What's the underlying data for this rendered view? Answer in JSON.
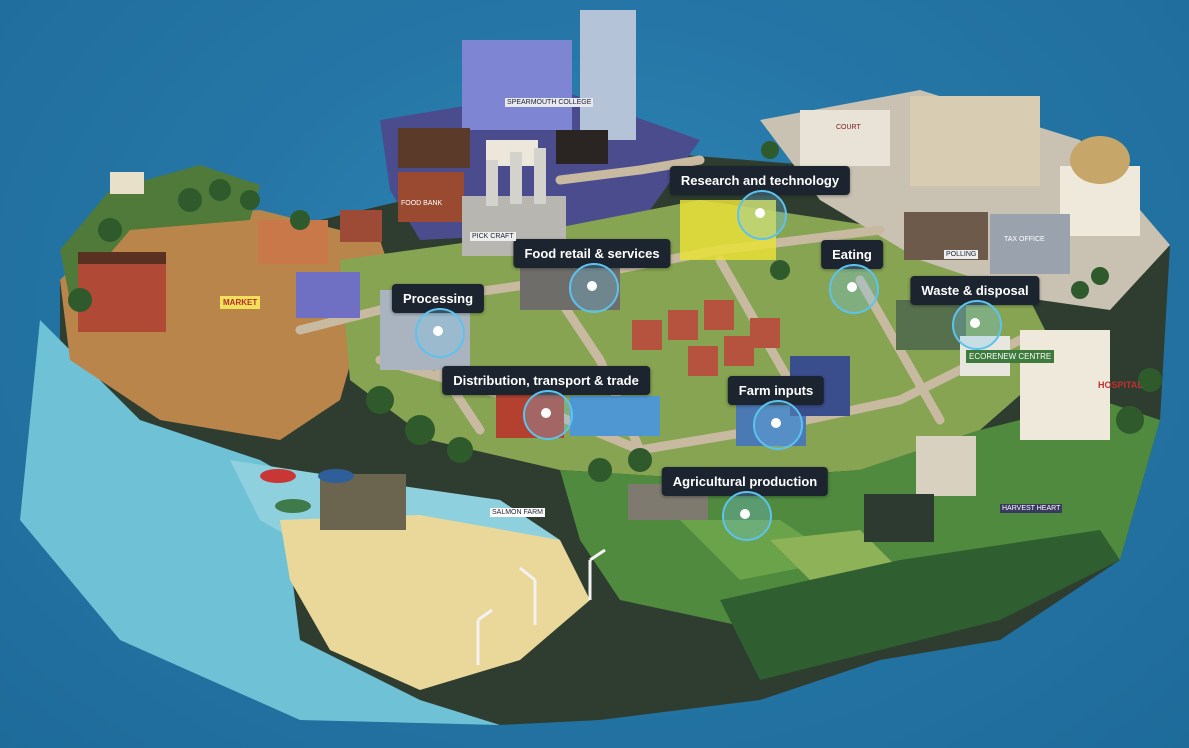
{
  "hotspots": [
    {
      "id": "research",
      "label": "Research and technology"
    },
    {
      "id": "food-retail",
      "label": "Food retail & services"
    },
    {
      "id": "eating",
      "label": "Eating"
    },
    {
      "id": "processing",
      "label": "Processing"
    },
    {
      "id": "waste",
      "label": "Waste & disposal"
    },
    {
      "id": "distribution",
      "label": "Distribution, transport & trade"
    },
    {
      "id": "farm-inputs",
      "label": "Farm inputs"
    },
    {
      "id": "agri-production",
      "label": "Agricultural production"
    }
  ],
  "signs": {
    "college": "SPEARMOUTH COLLEGE",
    "court": "COURT",
    "food_bank": "FOOD BANK",
    "polling": "POLLING",
    "tax_office": "TAX OFFICE",
    "ecorenew": "ECORENEW CENTRE",
    "hospital": "HOSPITAL",
    "pickcraft": "PICK CRAFT",
    "market": "MARKET",
    "salmon": "SALMON FARM",
    "harvest": "HARVEST HEART"
  },
  "colors": {
    "label_bg": "#1c2430",
    "ring": "#5cc3ef",
    "sea": "#2576a6"
  }
}
